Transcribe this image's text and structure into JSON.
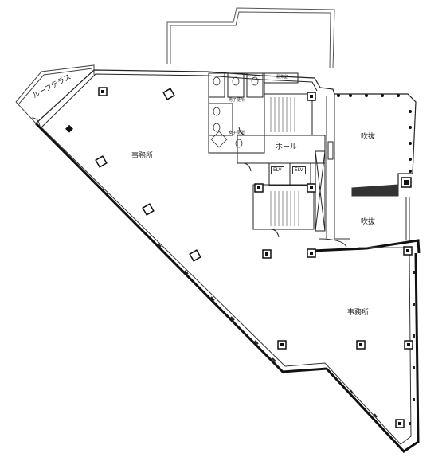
{
  "labels": {
    "office_left": "事務所",
    "office_right": "事務所",
    "hall": "ホール",
    "void_top": "吹抜",
    "void_bottom": "吹抜",
    "roof_terrace": "ルーフテラス",
    "elv_a": "ELV",
    "elv_b": "ELV",
    "mens_wc": "男子便所",
    "womens_wc": "女子便所",
    "kitchen": "湯沸室"
  }
}
